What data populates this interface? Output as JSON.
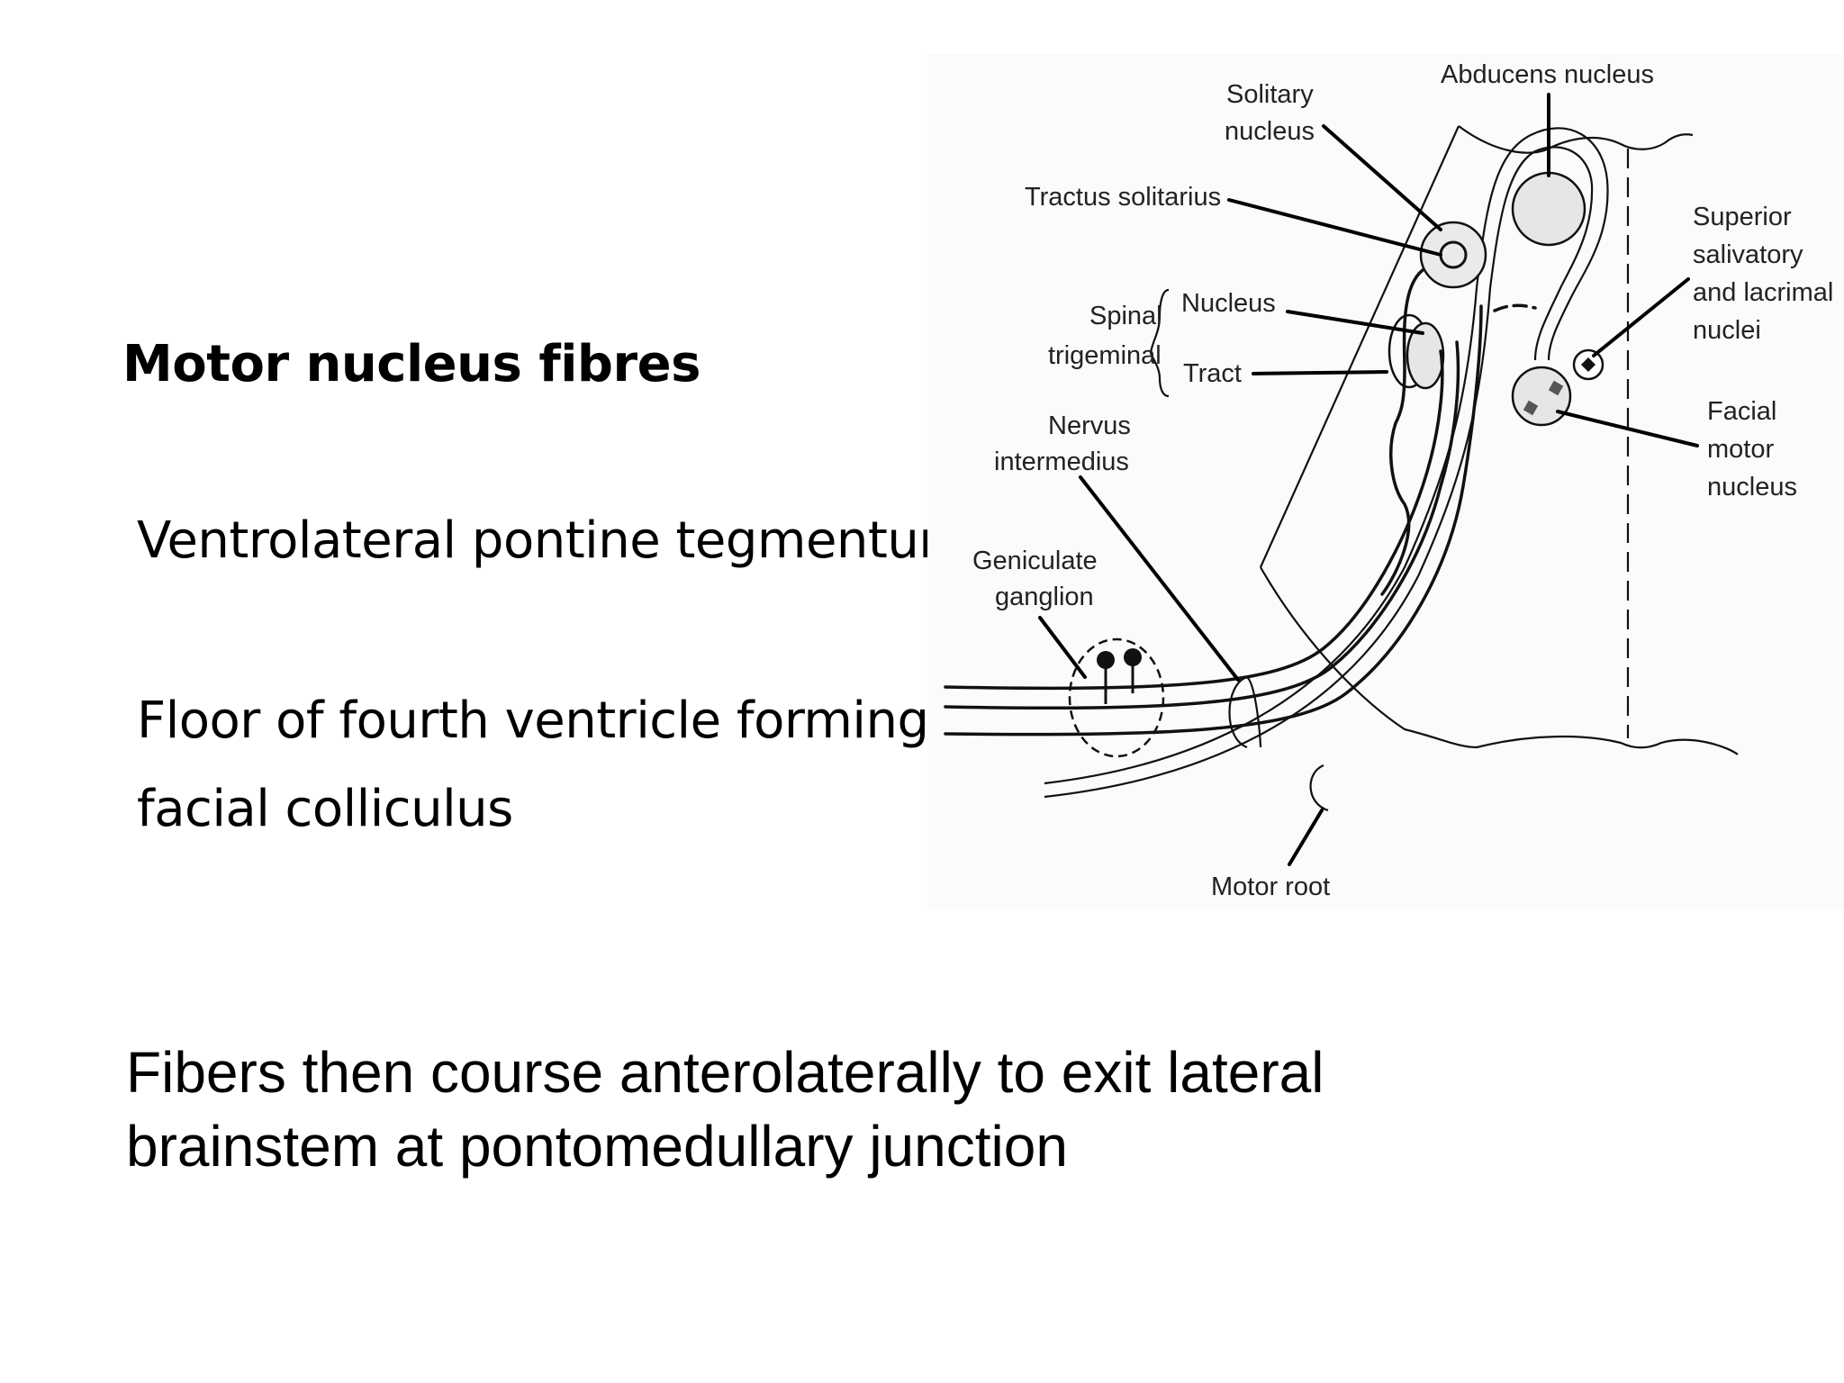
{
  "slide": {
    "title": "Motor nucleus fibres",
    "lines": [
      "Ventrolateral pontine  tegmentum",
      "Floor of fourth ventricle forming",
      "facial colliculus"
    ],
    "summary_line1": "Fibers then course anterolaterally to  exit lateral",
    "summary_line2": "brainstem at pontomedullary junction"
  },
  "diagram": {
    "labels": {
      "abducens_nucleus": "Abducens nucleus",
      "solitary_nucleus_1": "Solitary",
      "solitary_nucleus_2": "nucleus",
      "tractus_solitarius": "Tractus solitarius",
      "spinal": "Spinal",
      "trigeminal": "trigeminal",
      "nucleus": "Nucleus",
      "tract": "Tract",
      "nervus_1": "Nervus",
      "nervus_2": "intermedius",
      "geniculate_1": "Geniculate",
      "geniculate_2": "ganglion",
      "superior_1": "Superior",
      "superior_2": "salivatory",
      "superior_3": "and lacrimal",
      "superior_4": "nuclei",
      "facial_1": "Facial",
      "facial_2": "motor",
      "facial_3": "nucleus",
      "motor_root": "Motor root"
    }
  }
}
